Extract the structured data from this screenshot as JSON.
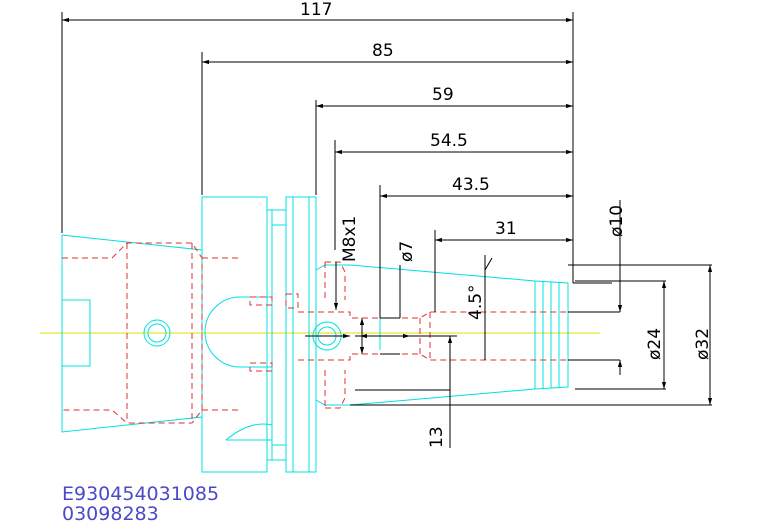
{
  "colors": {
    "outline": "#00e0e0",
    "hidden": "#e03030",
    "dimension": "#000000",
    "centerline": "#e0e000",
    "code_text": "#4a4ac8"
  },
  "dimensions": {
    "d117": "117",
    "d85": "85",
    "d59": "59",
    "d54_5": "54.5",
    "d43_5": "43.5",
    "d31": "31",
    "thread": "M8x1",
    "dia7": "ø7",
    "dia10": "ø10",
    "dia24": "ø24",
    "dia32": "ø32",
    "angle": "4.5°",
    "d13": "13"
  },
  "codes": {
    "line1": "E930454031085",
    "line2": "03098283"
  }
}
